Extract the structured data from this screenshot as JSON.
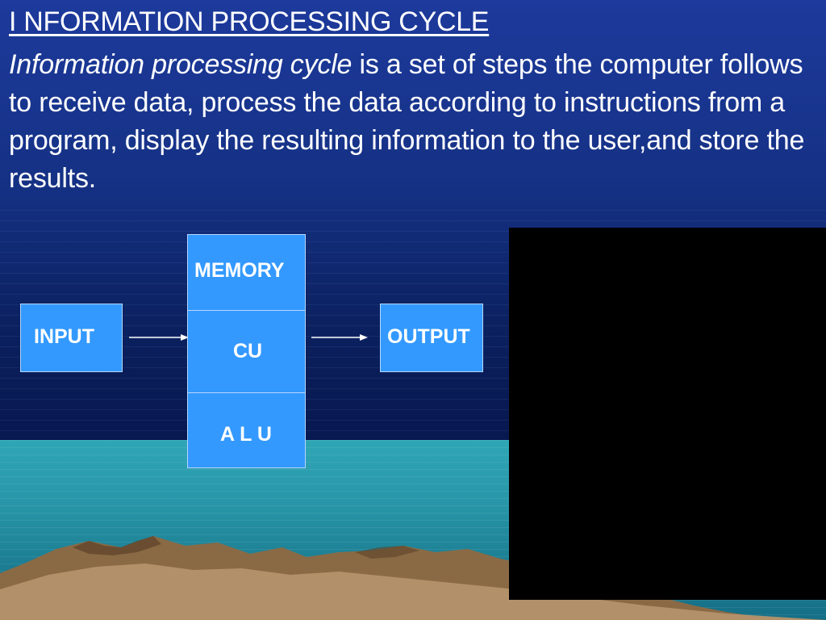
{
  "slide": {
    "title": "I NFORMATION PROCESSING CYCLE",
    "paragraph": {
      "term": "Information processing cycle",
      "text": " is a set of steps the computer follows to receive data, process the data according to instructions from a program, display the resulting information to the user,and store the results."
    }
  },
  "diagram": {
    "input_label": "INPUT",
    "memory_label": "MEMORY",
    "cu_label": "CU",
    "alu_label": "A L U",
    "output_label": "OUTPUT"
  },
  "colors": {
    "box_fill": "#3399ff",
    "text": "#ffffff",
    "panel": "#000000"
  }
}
